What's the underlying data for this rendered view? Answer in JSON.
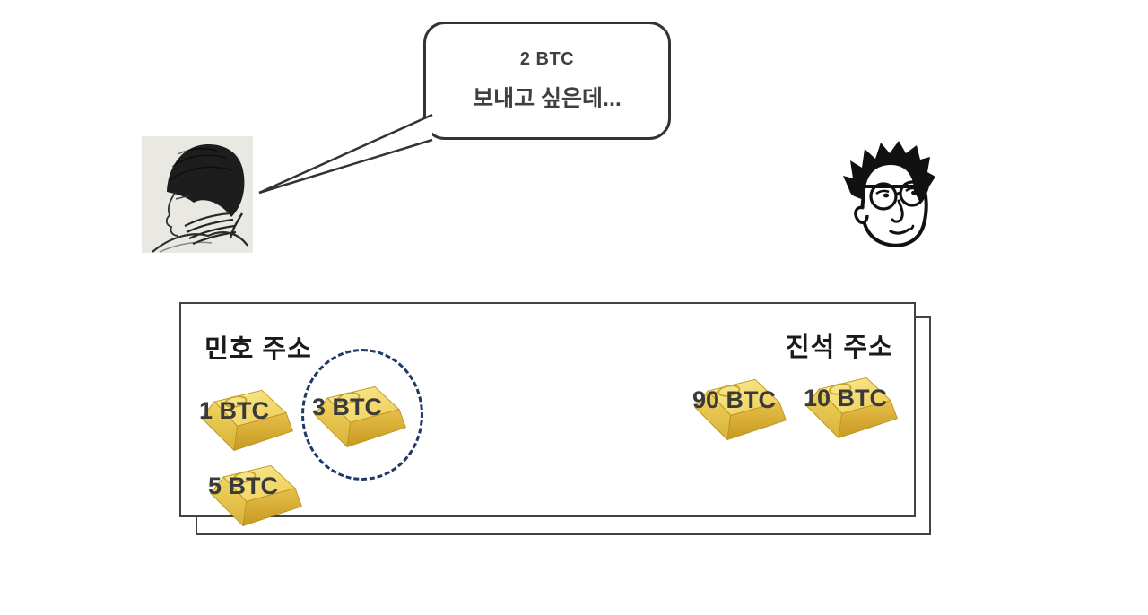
{
  "bubble": {
    "line1": "2 BTC",
    "line2": "보내고 싶은데..."
  },
  "people": {
    "sender_portrait": "pencil-sketch person thinking, hand on neck",
    "receiver_portrait": "cartoon man with glasses and spiky hair"
  },
  "wallets": {
    "minho": {
      "title": "민호 주소",
      "utxos": [
        {
          "label": "1 BTC",
          "selected": false
        },
        {
          "label": "3 BTC",
          "selected": true
        },
        {
          "label": "5 BTC",
          "selected": false
        }
      ]
    },
    "jinseok": {
      "title": "진석 주소",
      "utxos": [
        {
          "label": "90 BTC",
          "selected": false
        },
        {
          "label": "10 BTC",
          "selected": false
        }
      ]
    }
  },
  "colors": {
    "selection_circle": "#1F3864",
    "box_border": "#424242",
    "gold_light": "#FAEC95",
    "gold_dark": "#C89920",
    "label_text": "#3a3a3a",
    "title_text": "#1a1a1a"
  }
}
